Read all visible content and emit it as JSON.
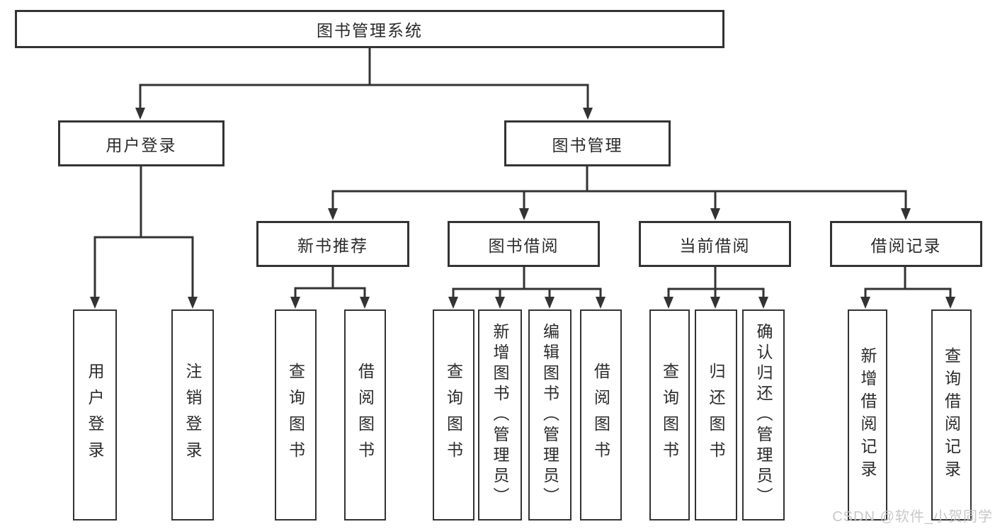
{
  "colors": {
    "background": "#ffffff",
    "line": "#333333",
    "box_border": "#333333",
    "text": "#2b2b2b",
    "watermark": "#c5c5c5"
  },
  "watermark": {
    "text": "CSDN @软件_小贺同学"
  },
  "diagram": {
    "root": {
      "label": "图书管理系统"
    },
    "branches": [
      {
        "label": "用户登录",
        "children": [
          {
            "label": "用户登录"
          },
          {
            "label": "注销登录"
          }
        ]
      },
      {
        "label": "图书管理",
        "children": [
          {
            "label": "新书推荐",
            "children": [
              {
                "label": "查询图书"
              },
              {
                "label": "借阅图书"
              }
            ]
          },
          {
            "label": "图书借阅",
            "children": [
              {
                "label": "查询图书"
              },
              {
                "label": "新增图书（管理员）"
              },
              {
                "label": "编辑图书（管理员）"
              },
              {
                "label": "借阅图书"
              }
            ]
          },
          {
            "label": "当前借阅",
            "children": [
              {
                "label": "查询图书"
              },
              {
                "label": "归还图书"
              },
              {
                "label": "确认归还（管理员）"
              }
            ]
          },
          {
            "label": "借阅记录",
            "children": [
              {
                "label": "新增借阅记录"
              },
              {
                "label": "查询借阅记录"
              }
            ]
          }
        ]
      }
    ]
  }
}
